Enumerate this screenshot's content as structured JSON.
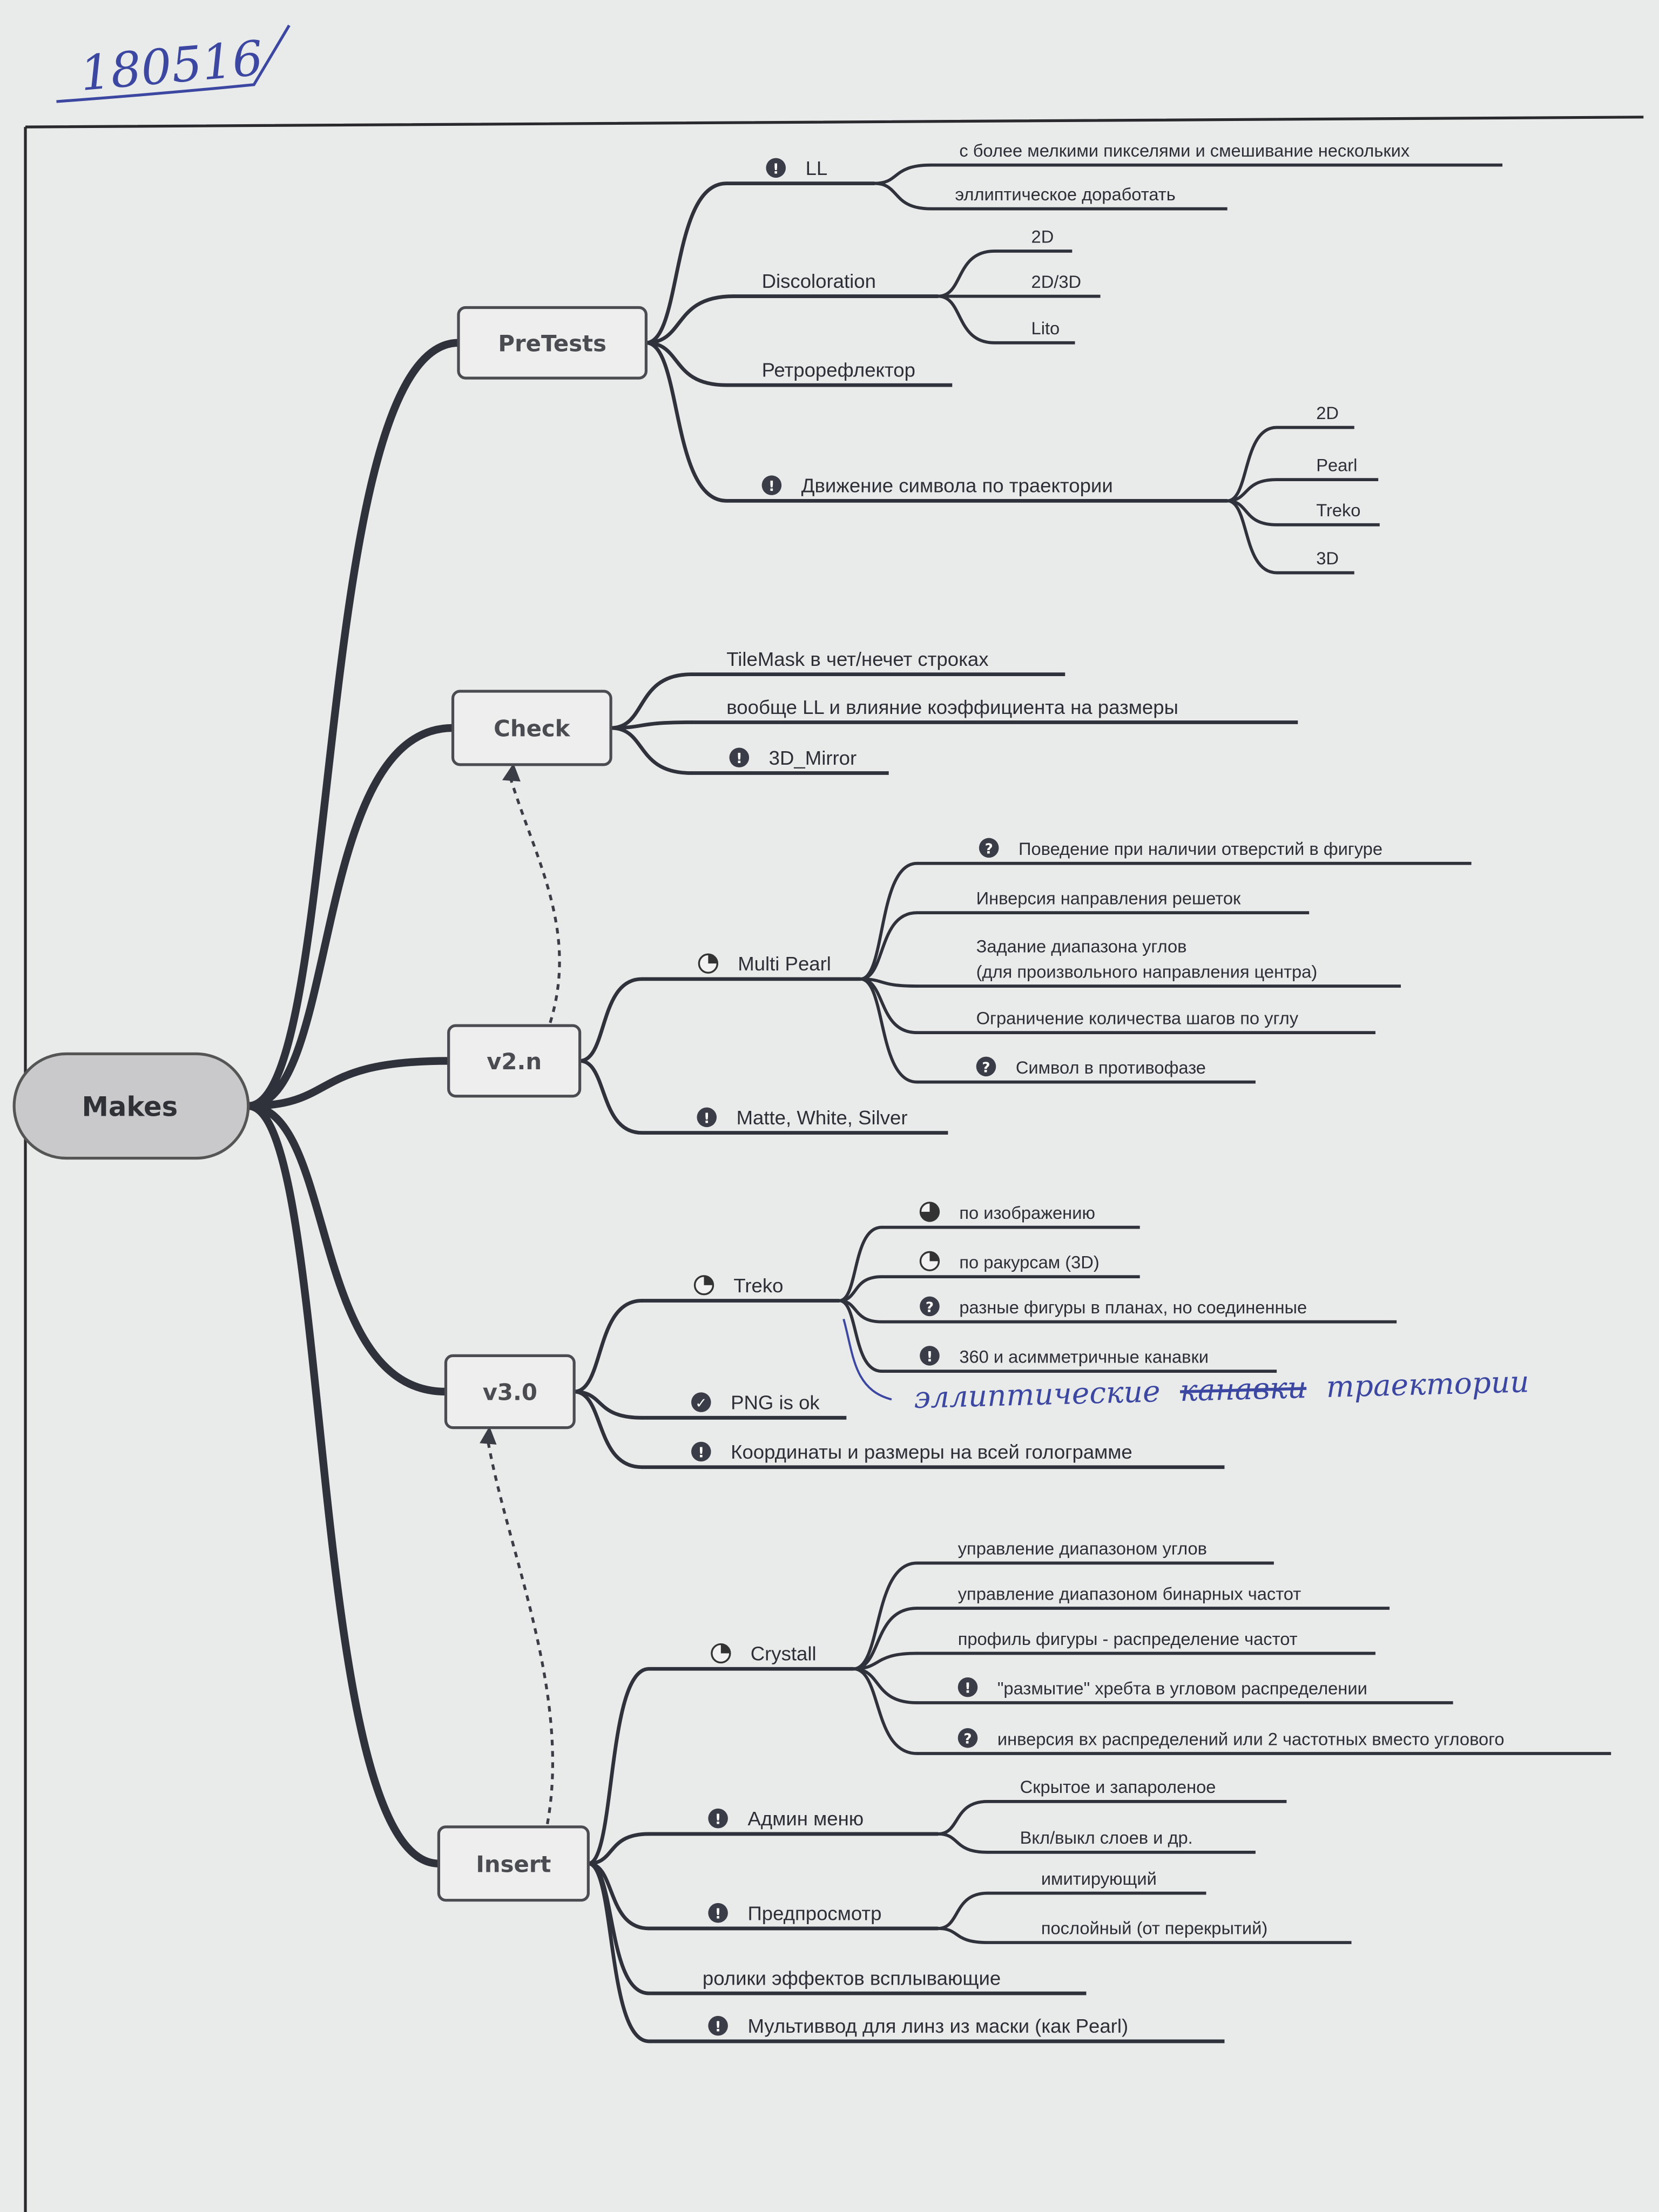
{
  "handwritten_number": "180516",
  "root": {
    "label": "Makes"
  },
  "branches": [
    {
      "label": "PreTests",
      "children": [
        {
          "label": "LL",
          "icon": "exclamation",
          "children": [
            {
              "label": "с более мелкими пикселями и смешивание нескольких"
            },
            {
              "label": "эллиптическое доработать"
            }
          ]
        },
        {
          "label": "Discoloration",
          "children": [
            {
              "label": "2D"
            },
            {
              "label": "2D/3D"
            },
            {
              "label": "Lito"
            }
          ]
        },
        {
          "label": "Ретрорефлектор"
        },
        {
          "label": "Движение символа по траектории",
          "icon": "exclamation",
          "children": [
            {
              "label": "2D"
            },
            {
              "label": "Pearl"
            },
            {
              "label": "Treko"
            },
            {
              "label": "3D"
            }
          ]
        }
      ]
    },
    {
      "label": "Check",
      "children": [
        {
          "label": "TileMask в чет/нечет строках"
        },
        {
          "label": "вообще LL  и влияние коэффициента на размеры"
        },
        {
          "label": "3D_Mirror",
          "icon": "exclamation"
        }
      ]
    },
    {
      "label": "v2.n",
      "children": [
        {
          "label": "Multi Pearl",
          "icon": "progress-quarter",
          "children": [
            {
              "label": "Поведение при наличии отверстий в фигуре",
              "icon": "question"
            },
            {
              "label": "Инверсия направления решеток"
            },
            {
              "label": "Задание диапазона углов",
              "label2": "(для произвольного направления центра)"
            },
            {
              "label": "Ограничение количества шагов по углу"
            },
            {
              "label": "Символ в противофазе",
              "icon": "question"
            }
          ]
        },
        {
          "label": "Matte, White, Silver",
          "icon": "exclamation"
        }
      ]
    },
    {
      "label": "v3.0",
      "children": [
        {
          "label": "Treko",
          "icon": "progress-quarter",
          "children": [
            {
              "label": "по изображению",
              "icon": "progress-three-quarter"
            },
            {
              "label": "по ракурсам (3D)",
              "icon": "progress-quarter"
            },
            {
              "label": "разные фигуры в планах, но соединенные",
              "icon": "question"
            },
            {
              "label": "360 и асимметричные  канавки",
              "icon": "exclamation"
            }
          ]
        },
        {
          "label": "PNG is ok",
          "icon": "check"
        },
        {
          "label": "Координаты и размеры на всей голограмме",
          "icon": "exclamation"
        }
      ]
    },
    {
      "label": "Insert",
      "children": [
        {
          "label": "Crystall",
          "icon": "progress-quarter",
          "children": [
            {
              "label": "управление диапазоном углов"
            },
            {
              "label": "управление диапазоном бинарных частот"
            },
            {
              "label": "профиль фигуры - распределение частот"
            },
            {
              "label": "\"размытие\" хребта в угловом распределении",
              "icon": "exclamation"
            },
            {
              "label": "инверсия вх распределений или 2 частотных вместо углового",
              "icon": "question"
            }
          ]
        },
        {
          "label": "Админ меню",
          "icon": "exclamation",
          "children": [
            {
              "label": "Скрытое и запароленое"
            },
            {
              "label": "Вкл/выкл слоев и др."
            }
          ]
        },
        {
          "label": "Предпросмотр",
          "icon": "exclamation",
          "children": [
            {
              "label": "имитирующий"
            },
            {
              "label": "послойный (от перекрытий)"
            }
          ]
        },
        {
          "label": "ролики эффектов всплывающие"
        },
        {
          "label": "Мультиввод для линз из маски (как Pearl)",
          "icon": "exclamation"
        }
      ]
    }
  ],
  "handwritten_note": {
    "word1": "эллиптические",
    "struck": "канавки",
    "word2": "траектории"
  },
  "colors": {
    "ink": "#2f323b",
    "pen": "#3b47a0",
    "paper": "#e9eaea"
  }
}
